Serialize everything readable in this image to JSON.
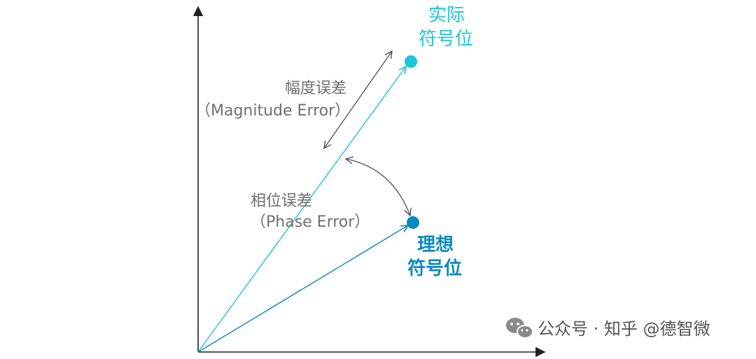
{
  "labels": {
    "actual_line1": "实际",
    "actual_line2": "符号位",
    "ideal_line1": "理想",
    "ideal_line2": "符号位",
    "magnitude_cn": "幅度误差",
    "magnitude_en": "（Magnitude Error）",
    "phase_cn": "相位误差",
    "phase_en": "（Phase Error）"
  },
  "watermark": {
    "text": "公众号 · 知乎 @德智微",
    "icon": "wechat-icon"
  },
  "colors": {
    "axis": "#222222",
    "actual": "#1cc6d6",
    "ideal": "#0a8ac2",
    "error_arrow": "#4a4e6a",
    "label_grey": "#6f6f6f"
  }
}
